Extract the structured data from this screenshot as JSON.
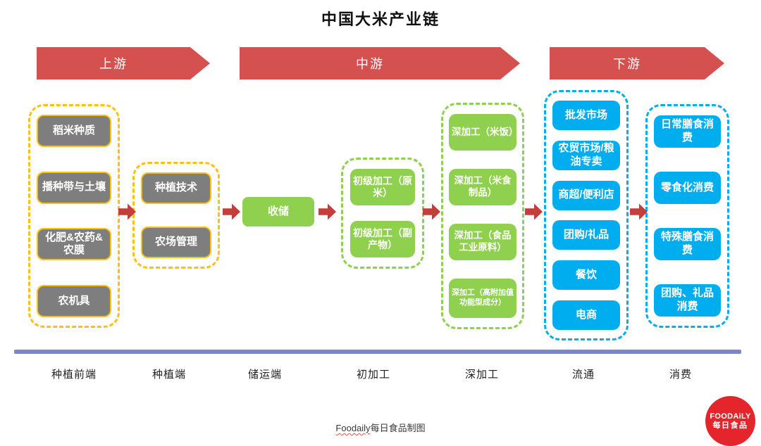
{
  "title": "中国大米产业链",
  "stages": {
    "upstream": "上游",
    "midstream": "中游",
    "downstream": "下游"
  },
  "chain": {
    "pre_planting": {
      "items": [
        "稻米种质",
        "播种带与土壤",
        "化肥&农药&农膜",
        "农机具"
      ]
    },
    "planting": {
      "items": [
        "种植技术",
        "农场管理"
      ]
    },
    "storage": "收储",
    "primary_processing": {
      "items": [
        "初级加工（原米）",
        "初级加工（副产物）"
      ]
    },
    "deep_processing": {
      "items": [
        "深加工（米饭）",
        "深加工（米食制品）",
        "深加工（食品工业原料）",
        "深加工（高附加值功能型成分）"
      ]
    },
    "distribution": {
      "items": [
        "批发市场",
        "农贸市场/粮油专卖",
        "商超/便利店",
        "团购/礼品",
        "餐饮",
        "电商"
      ]
    },
    "consumption": {
      "items": [
        "日常膳食消费",
        "零食化消费",
        "特殊膳食消费",
        "团购、礼品消费"
      ]
    }
  },
  "axis_labels": [
    "种植前端",
    "种植端",
    "储运端",
    "初加工",
    "深加工",
    "流通",
    "消费"
  ],
  "footer": {
    "credit_brand": "Foodaily",
    "credit_text": "每日食品制图"
  },
  "logo": {
    "line1": "FOODAiLY",
    "line2": "每日食品"
  },
  "colors": {
    "stage_red": "#d5514f",
    "arrow_red": "#c43e3c",
    "yellow": "#ffc012",
    "gray": "#7e7e7e",
    "green": "#8fd04f",
    "blue": "#00aeef",
    "axis_line": "#7b87c9",
    "logo_red": "#e5252c"
  }
}
